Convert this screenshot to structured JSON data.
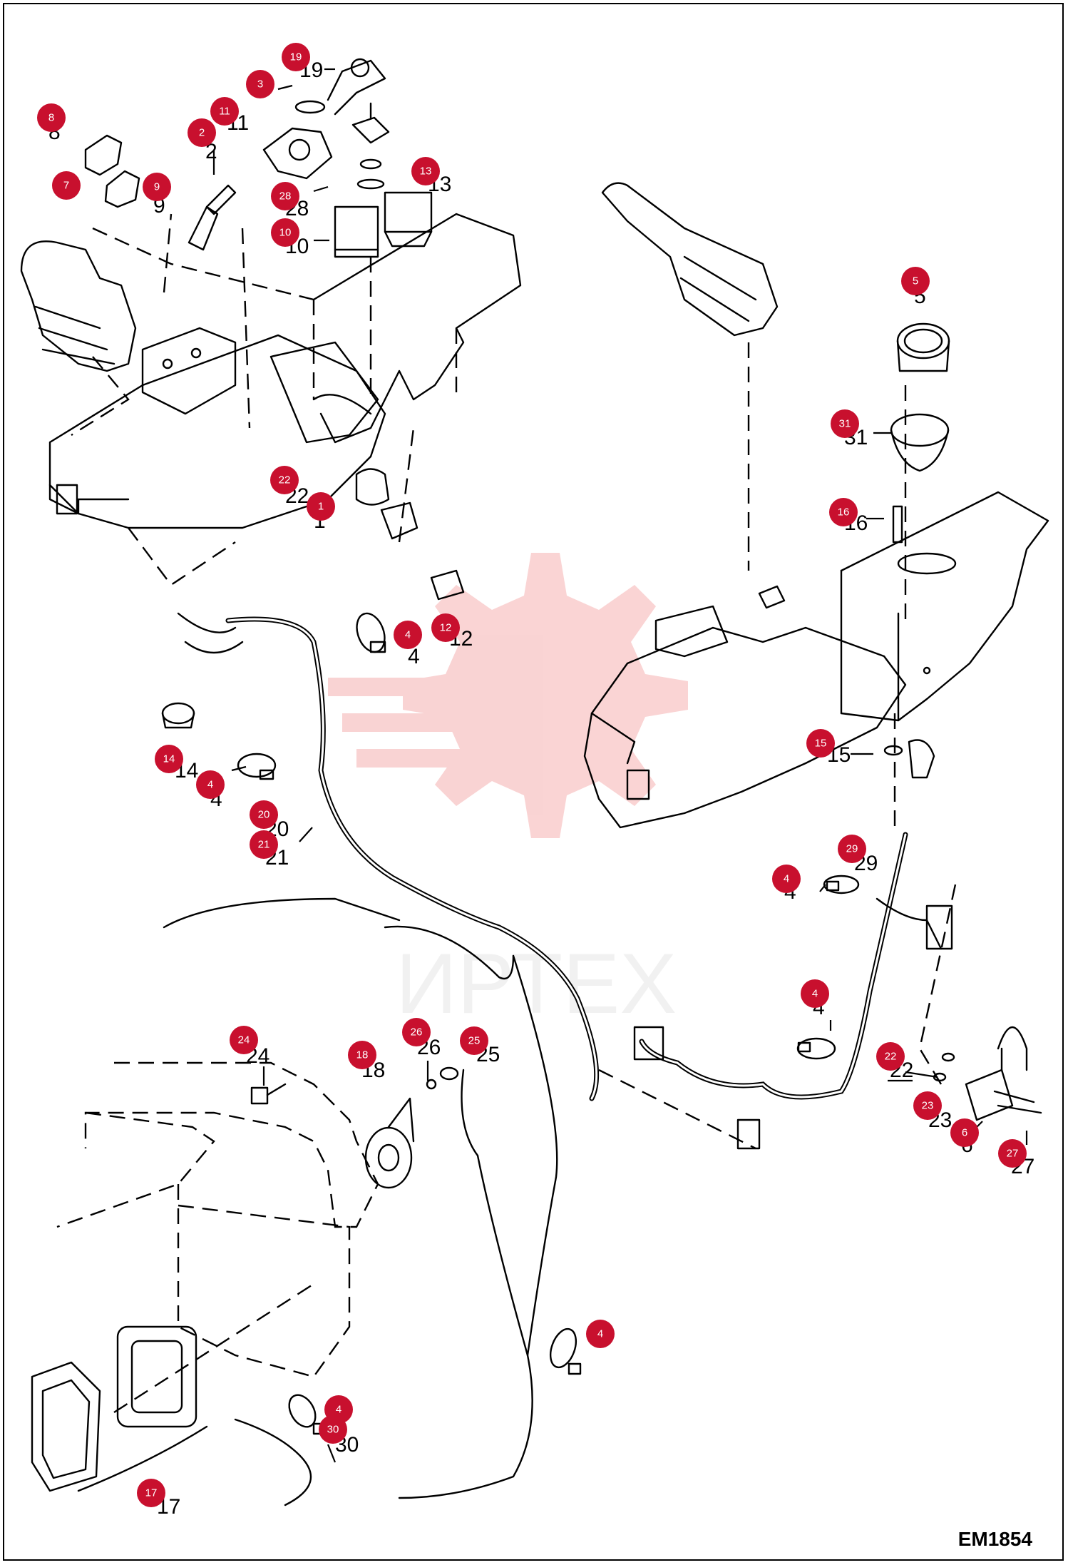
{
  "diagram_code": "EM1854",
  "watermark": "ИРТЕХ",
  "colors": {
    "badge": "#c8102e",
    "watermark": "#e63a3a",
    "line": "#000000"
  },
  "callouts": [
    {
      "badge": "19",
      "label": "19"
    },
    {
      "badge": "3",
      "label": "3"
    },
    {
      "badge": "8",
      "label": "8"
    },
    {
      "badge": "11",
      "label": "11"
    },
    {
      "badge": "2",
      "label": "2"
    },
    {
      "badge": "7",
      "label": "7"
    },
    {
      "badge": "9",
      "label": "9"
    },
    {
      "badge": "13",
      "label": "13"
    },
    {
      "badge": "28",
      "label": "28"
    },
    {
      "badge": "10",
      "label": "10"
    },
    {
      "badge": "5",
      "label": "5"
    },
    {
      "badge": "31",
      "label": "31"
    },
    {
      "badge": "16",
      "label": "16"
    },
    {
      "badge": "22",
      "label": "22"
    },
    {
      "badge": "1",
      "label": "1"
    },
    {
      "badge": "4",
      "label": "4"
    },
    {
      "badge": "12",
      "label": "12"
    },
    {
      "badge": "14",
      "label": "14"
    },
    {
      "badge": "4",
      "label": "4"
    },
    {
      "badge": "15",
      "label": "15"
    },
    {
      "badge": "20",
      "label": "20"
    },
    {
      "badge": "21",
      "label": "21"
    },
    {
      "badge": "29",
      "label": "29"
    },
    {
      "badge": "4",
      "label": "4"
    },
    {
      "badge": "4",
      "label": "4"
    },
    {
      "badge": "24",
      "label": "24"
    },
    {
      "badge": "26",
      "label": "26"
    },
    {
      "badge": "25",
      "label": "25"
    },
    {
      "badge": "18",
      "label": "18"
    },
    {
      "badge": "22",
      "label": "22"
    },
    {
      "badge": "23",
      "label": "23"
    },
    {
      "badge": "6",
      "label": "6"
    },
    {
      "badge": "27",
      "label": "27"
    },
    {
      "badge": "4",
      "label": "4"
    },
    {
      "badge": "4",
      "label": "4"
    },
    {
      "badge": "30",
      "label": "30"
    },
    {
      "badge": "17",
      "label": "17"
    }
  ]
}
